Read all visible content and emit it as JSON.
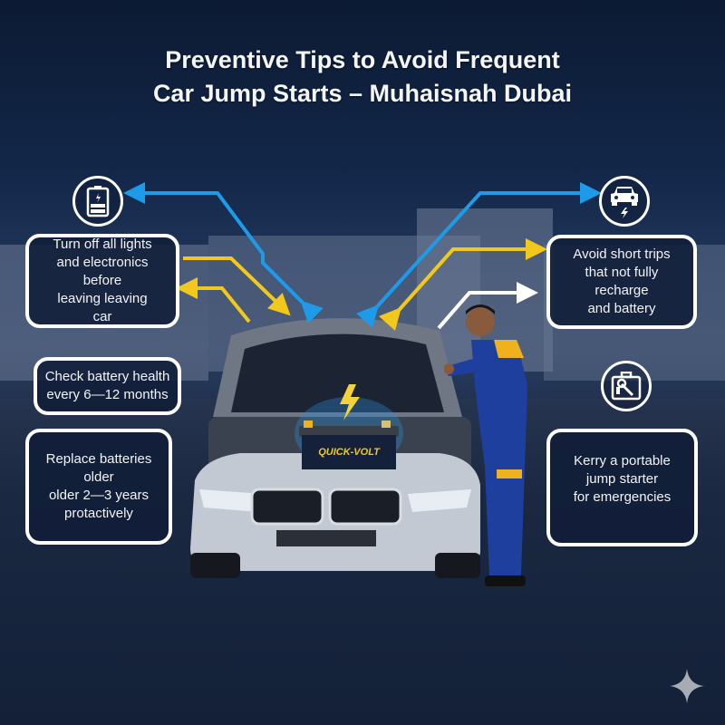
{
  "title": {
    "line1": "Preventive Tips to Avoid Frequent",
    "line2": "Car Jump Starts – Muhaisnah Dubai"
  },
  "tips": [
    {
      "id": "lights",
      "text": "Turn off all lights\nand electronics before\nleaving leaving\ncar",
      "icon": "battery-icon"
    },
    {
      "id": "check",
      "text": "Check battery health\nevery 6—12 months",
      "icon": null
    },
    {
      "id": "replace",
      "text": "Replace batteries\nolder\nolder 2—3 years\nprotactively",
      "icon": null
    },
    {
      "id": "short-trips",
      "text": "Avoid short trips\nthat not fully\nrecharge\nand battery",
      "icon": "electric-car-icon"
    },
    {
      "id": "portable",
      "text": "Kerry a portable\njump starter\nfor emergencies",
      "icon": "toolbox-wrench-icon"
    }
  ],
  "battery_label": "QUICK-VOLT",
  "colors": {
    "background_top": "#0c1a33",
    "box_border": "#ffffff",
    "arrow_blue": "#1e9be8",
    "arrow_yellow": "#f2c81a",
    "arrow_white": "#ffffff",
    "mechanic_uniform": "#1f3f9e",
    "mechanic_accent": "#f0b21c",
    "car_silver": "#c3c9d2",
    "sparkle": "#a7abb3"
  },
  "watermark": "sparkle-icon"
}
